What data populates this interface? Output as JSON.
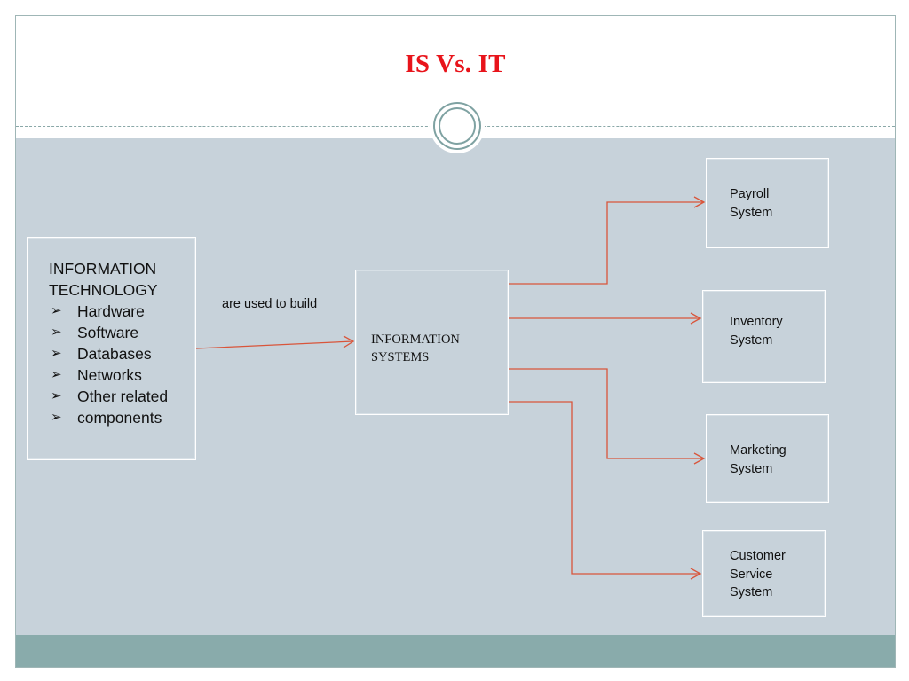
{
  "slide": {
    "title": "IS Vs. IT"
  },
  "diagram": {
    "it_box": {
      "heading_line1": "INFORMATION",
      "heading_line2": "TECHNOLOGY",
      "items": [
        "Hardware",
        "Software",
        "Databases",
        "Networks",
        "Other related",
        "components"
      ]
    },
    "relation_label": "are used to build",
    "is_box": {
      "line1": "INFORMATION",
      "line2": "SYSTEMS"
    },
    "systems": [
      {
        "line1": "Payroll",
        "line2": "System",
        "line3": ""
      },
      {
        "line1": "Inventory",
        "line2": "System",
        "line3": ""
      },
      {
        "line1": "Marketing",
        "line2": "System",
        "line3": ""
      },
      {
        "line1": "Customer",
        "line2": "Service",
        "line3": "System"
      }
    ]
  },
  "colors": {
    "title": "#e8141b",
    "content_bg": "#c7d2da",
    "footer_bar": "#89abab",
    "arrow": "#d9553a"
  }
}
